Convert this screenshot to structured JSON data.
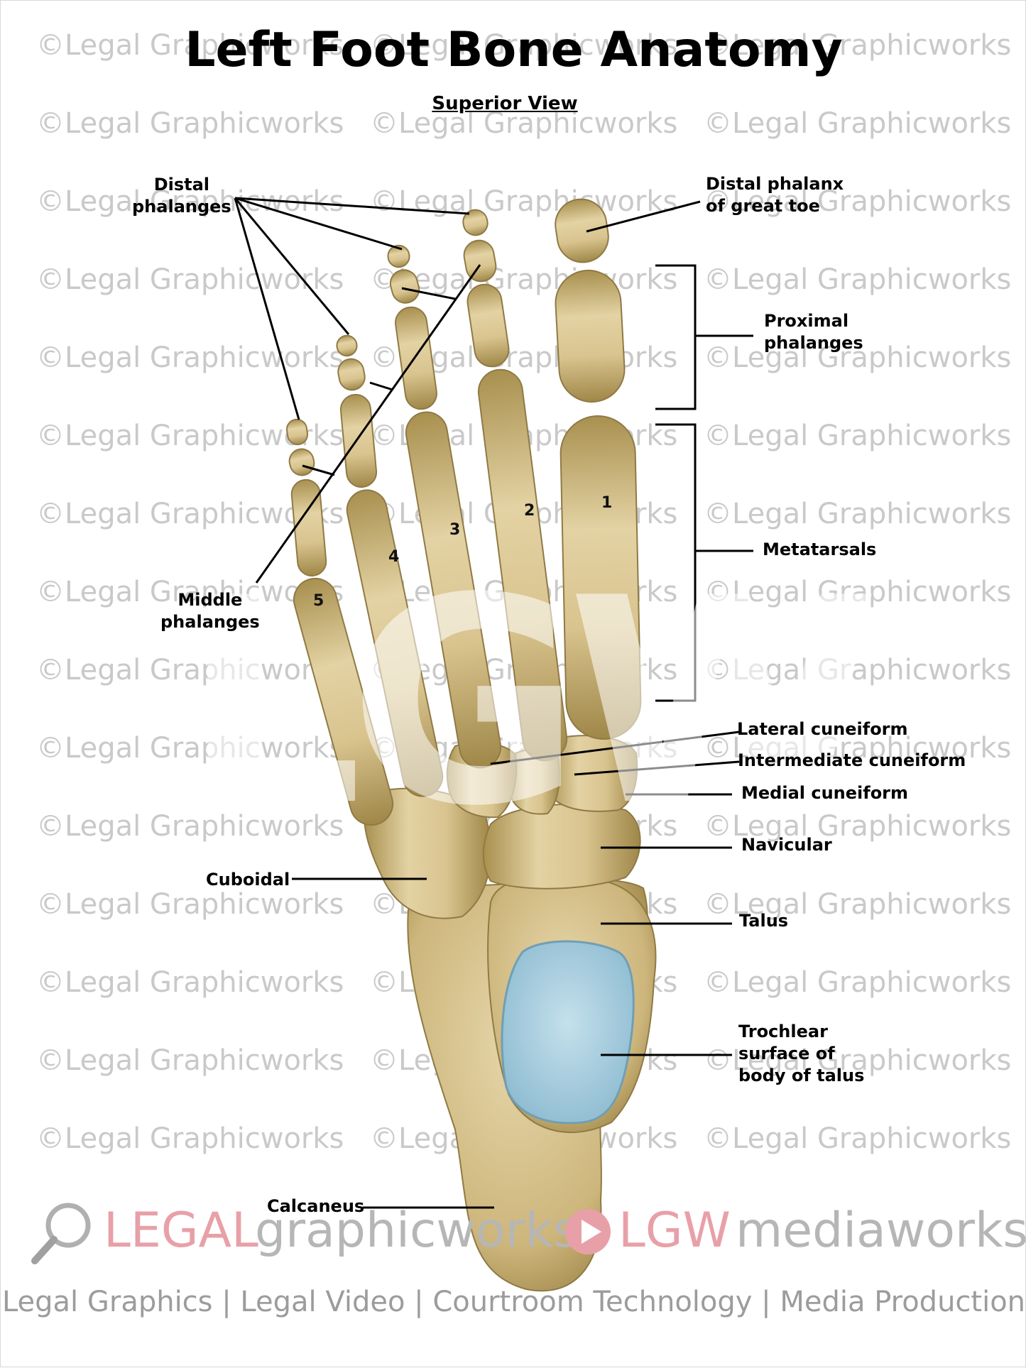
{
  "title": "Left Foot Bone Anatomy",
  "subtitle": "Superior View",
  "watermark": {
    "text": "©Legal Graphicworks",
    "big_mark": "LGW"
  },
  "labels": {
    "distal_phalanges": "Distal\nphalanges",
    "distal_phalanx_great_toe": "Distal phalanx\nof great toe",
    "proximal_phalanges": "Proximal\nphalanges",
    "metatarsals": "Metatarsals",
    "middle_phalanges": "Middle\nphalanges",
    "lateral_cuneiform": "Lateral cuneiform",
    "intermediate_cuneiform": "Intermediate cuneiform",
    "medial_cuneiform": "Medial cuneiform",
    "navicular": "Navicular",
    "cuboidal": "Cuboidal",
    "talus": "Talus",
    "trochlear_surface": "Trochlear\nsurface of\nbody of talus",
    "calcaneus": "Calcaneus"
  },
  "metatarsal_numbers": [
    "1",
    "2",
    "3",
    "4",
    "5"
  ],
  "brand": {
    "legal": "LEGAL",
    "graphicworks": "graphicworks",
    "lgw": "LGW",
    "mediaworks": "mediaworks",
    "tagline": "Legal Graphics | Legal Video | Courtroom Technology | Media Production"
  },
  "colors": {
    "bone": "#dcc896",
    "bone_shadow": "#b39a5e",
    "trochlear": "#a8cfe0",
    "brand_pink": "#e8a0a8",
    "brand_gray": "#b6b6b6"
  }
}
